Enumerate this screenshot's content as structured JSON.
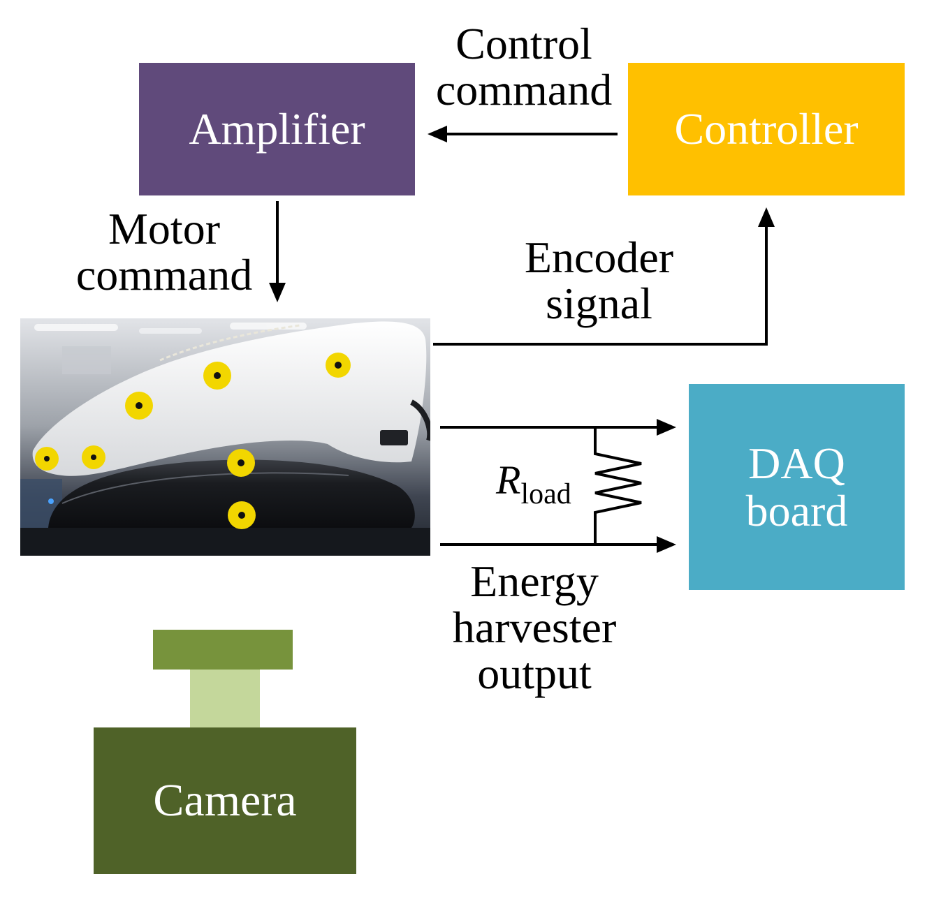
{
  "colors": {
    "amplifier": "#604a7b",
    "controller": "#ffc000",
    "daq": "#4bacc6",
    "camera_body": "#4f6228",
    "camera_top": "#77933c",
    "camera_neck": "#c4d79b",
    "line": "#000000"
  },
  "blocks": {
    "amplifier": "Amplifier",
    "controller": "Controller",
    "daq_line1": "DAQ",
    "daq_line2": "board",
    "camera": "Camera"
  },
  "labels": {
    "control_command_1": "Control",
    "control_command_2": "command",
    "motor_command_1": "Motor",
    "motor_command_2": "command",
    "encoder_signal_1": "Encoder",
    "encoder_signal_2": "signal",
    "energy_output_1": "Energy",
    "energy_output_2": "harvester",
    "energy_output_3": "output",
    "rload_main": "R",
    "rload_sub": "load"
  },
  "photo": {
    "subject": "gloved finger pressing on mouse-shaped energy harvester with yellow tracking markers"
  }
}
